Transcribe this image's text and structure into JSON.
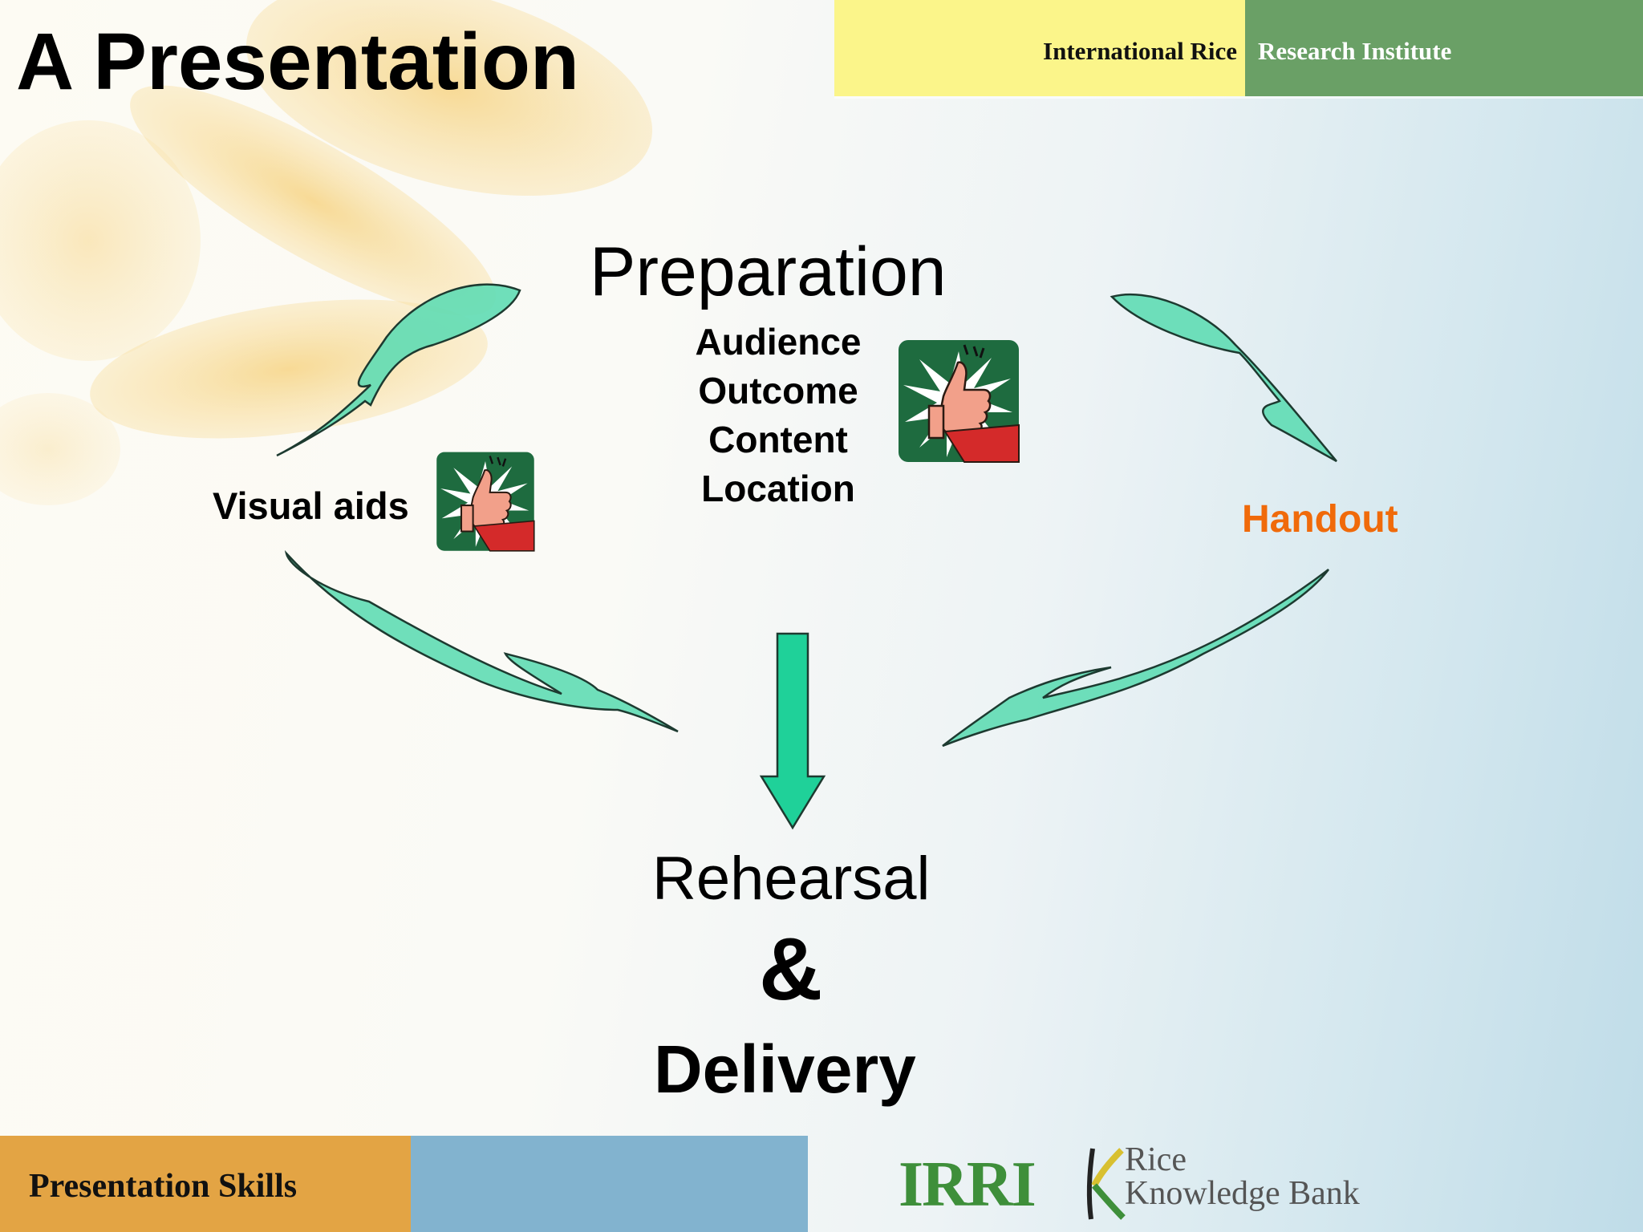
{
  "slide": {
    "title": "A Presentation"
  },
  "header": {
    "left_text": "International Rice",
    "right_text": "Research Institute"
  },
  "diagram": {
    "top_node": "Preparation",
    "top_items": [
      "Audience",
      "Outcome",
      "Content",
      "Location"
    ],
    "left_node": "Visual aids",
    "right_node": "Handout",
    "bottom_node_line1": "Rehearsal",
    "bottom_node_line2": "&",
    "bottom_node_line3": "Delivery"
  },
  "footer": {
    "text": "Presentation Skills",
    "logo_irri": "IRRI",
    "logo_rkb_line1": "Rice",
    "logo_rkb_line2": "Knowledge Bank"
  },
  "colors": {
    "arrow": "#1fd199",
    "handout": "#f06a0a",
    "header_yellow": "#fbf58a",
    "header_green": "#6aa066",
    "footer_orange": "#e3a444",
    "footer_blue": "#82b3cf",
    "irri_green": "#3e8f3a"
  },
  "icons": {
    "thumb": "thumbs-up-icon"
  }
}
